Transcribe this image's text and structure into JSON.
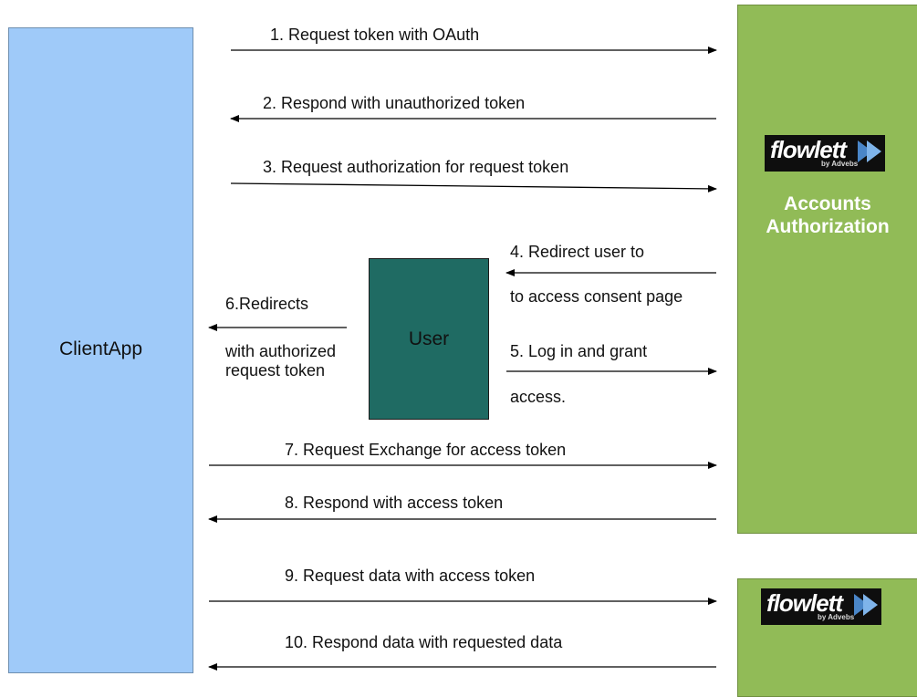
{
  "client": {
    "label": "ClientApp"
  },
  "auth_server": {
    "title_line1": "Accounts",
    "title_line2": "Authorization"
  },
  "user": {
    "label": "User"
  },
  "logos": [
    {
      "brand": "flowlett",
      "sub": "by Advebs"
    },
    {
      "brand": "flowlett",
      "sub": "by Advebs"
    }
  ],
  "steps": {
    "s1": "1. Request token with OAuth",
    "s2": "2. Respond with unauthorized token",
    "s3": "3. Request authorization  for request token",
    "s4_line1": "4. Redirect user to",
    "s4_line2": "to access  consent page",
    "s5_line1": "5. Log in and grant",
    "s5_line2": "access.",
    "s6_line1": "6.Redirects",
    "s6_line2": "with authorized",
    "s6_line3": "request token",
    "s7": "7. Request Exchange  for access token",
    "s8": "8. Respond with access token",
    "s9": "9. Request data with access token",
    "s10": "10. Respond data with requested data"
  },
  "colors": {
    "client_fill": "#9fcaf9",
    "server_fill": "#91bb57",
    "user_fill": "#1f6b63",
    "arrow": "#000000"
  }
}
